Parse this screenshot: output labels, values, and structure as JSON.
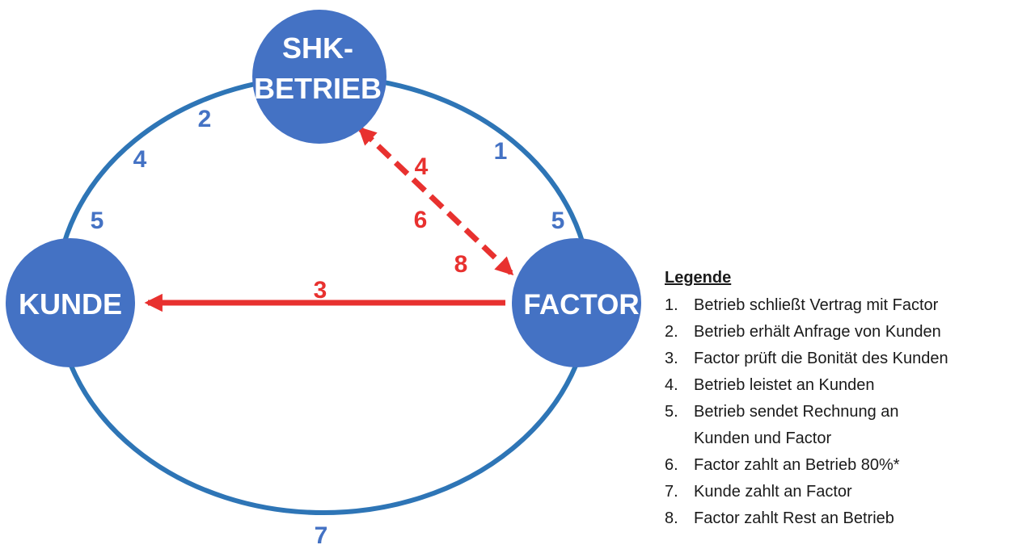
{
  "nodes": {
    "shk": {
      "line1": "SHK-",
      "line2": "BETRIEB"
    },
    "kunde": {
      "label": "KUNDE"
    },
    "factor": {
      "label": "FACTOR"
    }
  },
  "ring_numbers": {
    "n2": "2",
    "n4": "4",
    "n5_left": "5",
    "n1": "1",
    "n5_right": "5",
    "n7": "7"
  },
  "arrow_numbers": {
    "n4": "4",
    "n6": "6",
    "n8": "8",
    "n3": "3"
  },
  "legend": {
    "title": "Legende",
    "items": [
      {
        "num": "1.",
        "lines": [
          "Betrieb schließt Vertrag mit Factor"
        ]
      },
      {
        "num": "2.",
        "lines": [
          "Betrieb erhält Anfrage von Kunden"
        ]
      },
      {
        "num": "3.",
        "lines": [
          "Factor prüft die Bonität des Kunden"
        ]
      },
      {
        "num": "4.",
        "lines": [
          "Betrieb leistet an Kunden"
        ]
      },
      {
        "num": "5.",
        "lines": [
          "Betrieb sendet Rechnung an",
          "Kunden und Factor"
        ]
      },
      {
        "num": "6.",
        "lines": [
          "Factor zahlt an Betrieb 80%*"
        ]
      },
      {
        "num": "7.",
        "lines": [
          "Kunde zahlt an Factor"
        ]
      },
      {
        "num": "8.",
        "lines": [
          "Factor zahlt Rest an Betrieb"
        ]
      }
    ]
  },
  "colors": {
    "ring": "#2e75b6",
    "node_fill": "#4472c4",
    "ring_number": "#4472c4",
    "arrow": "#e8312f",
    "node_text": "#ffffff"
  }
}
